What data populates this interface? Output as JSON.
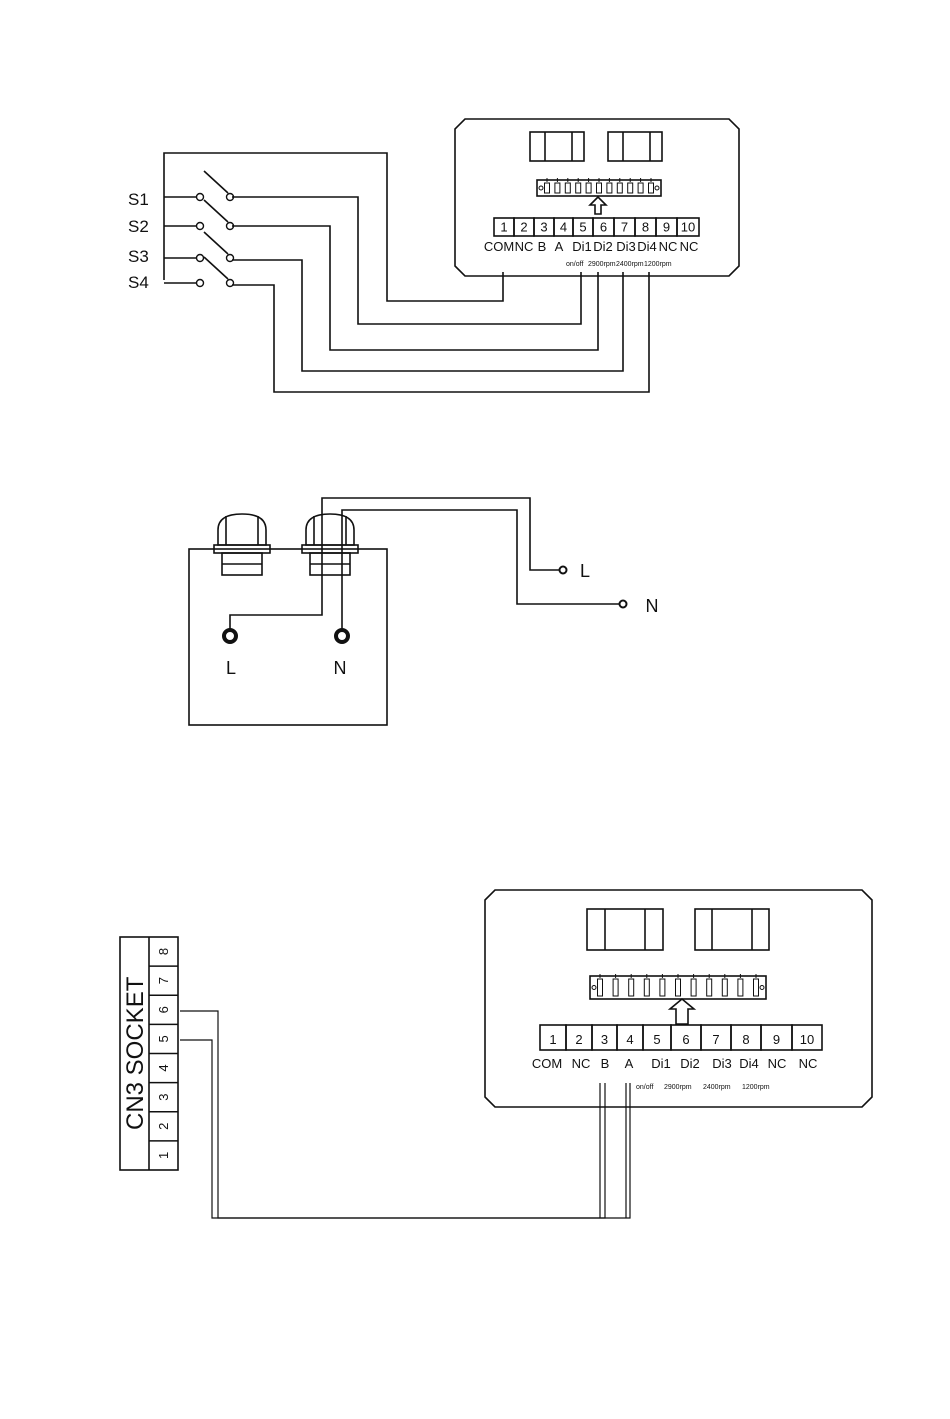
{
  "switch_labels": [
    "S1",
    "S2",
    "S3",
    "S4"
  ],
  "terminal_numbers": [
    "1",
    "2",
    "3",
    "4",
    "5",
    "6",
    "7",
    "8",
    "9",
    "10"
  ],
  "terminal_labels": [
    "COM",
    "NC",
    "B",
    "A",
    "Di1",
    "Di2",
    "Di3",
    "Di4",
    "NC",
    "NC"
  ],
  "speed_labels": [
    "on/off",
    "2900rpm",
    "2400rpm",
    "1200rpm"
  ],
  "power_box_labels": [
    "L",
    "N"
  ],
  "power_supply_labels": [
    "L",
    "N"
  ],
  "socket_title": "CN3 SOCKET",
  "socket_pins": [
    "1",
    "2",
    "3",
    "4",
    "5",
    "6",
    "7",
    "8"
  ]
}
